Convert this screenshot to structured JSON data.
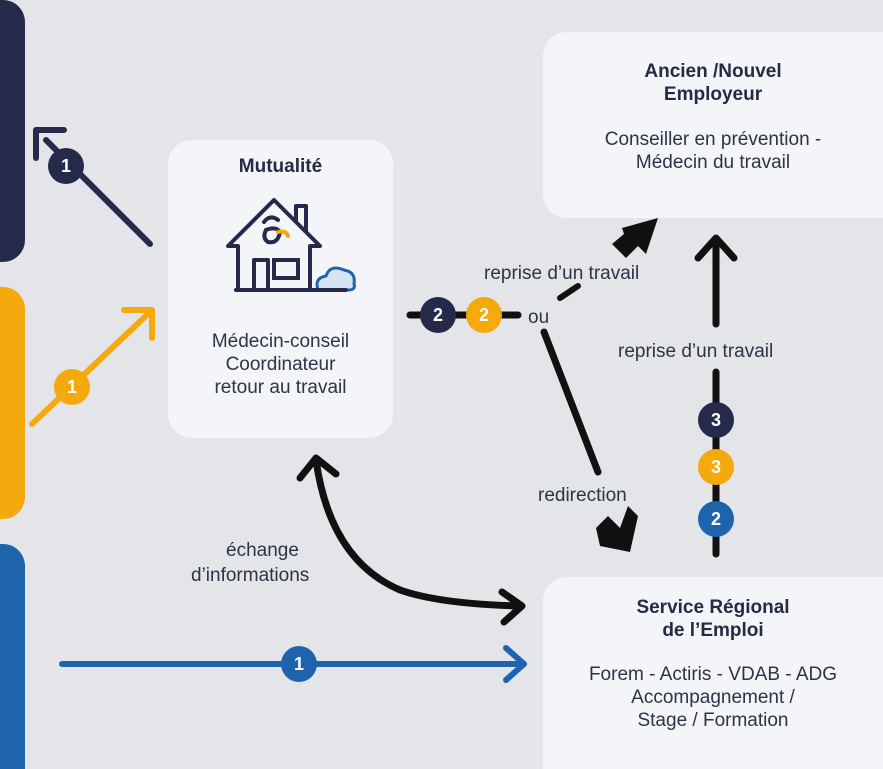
{
  "colors": {
    "navy": "#262a4a",
    "orange": "#f4a90d",
    "blue": "#1e64ad",
    "black": "#111111",
    "box": "#f4f5f8",
    "background": "#e4e5e9"
  },
  "mutualite": {
    "title": "Mutualité",
    "line1": "Médecin-conseil",
    "line2": "Coordinateur",
    "line3": "retour au travail",
    "icon": "house-icon"
  },
  "employeur": {
    "title_line1": "Ancien /Nouvel",
    "title_line2": "Employeur",
    "line1": "Conseiller en prévention -",
    "line2": "Médecin du travail"
  },
  "service": {
    "title_line1": "Service Régional",
    "title_line2": "de l’Emploi",
    "line1": "Forem - Actiris - VDAB - ADG",
    "line2": "Accompagnement /",
    "line3": "Stage / Formation"
  },
  "labels": {
    "reprise_left": "reprise d’un travail",
    "ou": "ou",
    "reprise_right": "reprise d’un travail",
    "redirection": "redirection",
    "echange_line1": "échange",
    "echange_line2": "d’informations"
  },
  "badges": {
    "navy_1": "1",
    "orange_1": "1",
    "blue_1": "1",
    "navy_2": "2",
    "orange_2": "2",
    "navy_3": "3",
    "orange_3": "3",
    "blue_2": "2"
  }
}
